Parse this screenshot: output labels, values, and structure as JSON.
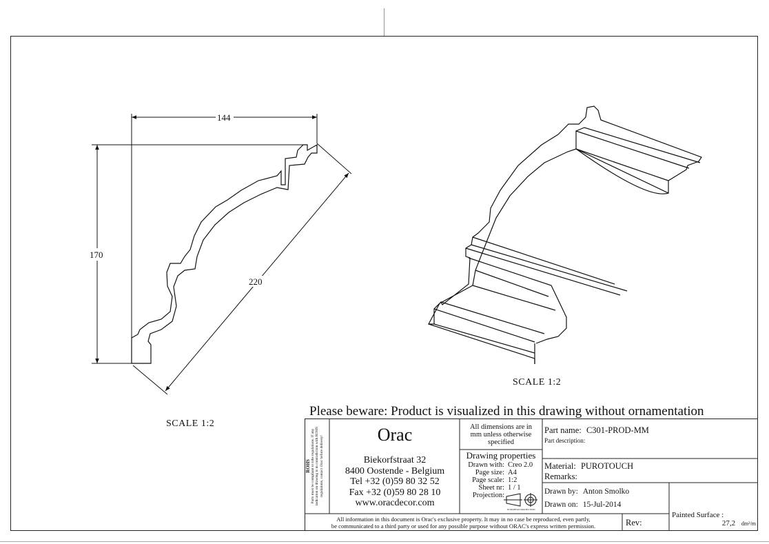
{
  "drawing": {
    "dim_width": "144",
    "dim_height": "170",
    "dim_diagonal": "220",
    "scale_left": "SCALE  1:2",
    "scale_right": "SCALE  1:2",
    "notice": "Please beware: Product is visualized in this drawing without ornamentation"
  },
  "titleblock": {
    "rohs_heading": "ROHS",
    "rohs_text": "Parts must be compliant to rohs regulations. If any indication on drawing is in contradiction with ROHS regulations, contact Orac before delivery!",
    "company": "Orac",
    "address_lines": [
      "Biekorfstraat 32",
      "8400 Oostende - Belgium",
      "Tel  +32 (0)59 80 32 52",
      "Fax  +32 (0)59 80 28 10",
      "www.oracdecor.com"
    ],
    "dims_note": [
      "All dimensions are in",
      "mm unless otherwise",
      "specified"
    ],
    "props_heading": "Drawing properties",
    "props": [
      {
        "label": "Drawn with:",
        "value": "Creo 2.0"
      },
      {
        "label": "Page size:",
        "value": "A4"
      },
      {
        "label": "Page scale:",
        "value": "1:2"
      },
      {
        "label": "Sheet nr:",
        "value": "1 / 1"
      },
      {
        "label": "Projection:",
        "value": ""
      }
    ],
    "projection_caption": "EUROPEAN PROJECTION",
    "part_name_label": "Part name:",
    "part_name": "C301-PROD-MM",
    "part_desc_label": "Part description:",
    "material_label": "Material:",
    "material": "PUROTOUCH",
    "remarks_label": "Remarks:",
    "drawn_by_label": "Drawn by:",
    "drawn_by": "Anton Smolko",
    "drawn_on_label": "Drawn on:",
    "drawn_on": "15-Jul-2014",
    "painted_label": "Painted Surface :",
    "painted_value": "27,2",
    "painted_unit": "dm²/m",
    "rev_label": "Rev:",
    "footer_lines": [
      "All information in this document is Orac's exclusive property.  It may in no case be reproduced, even partly,",
      "be communicated to a third party or used for any possible purpose without ORAC's express written permission."
    ]
  }
}
